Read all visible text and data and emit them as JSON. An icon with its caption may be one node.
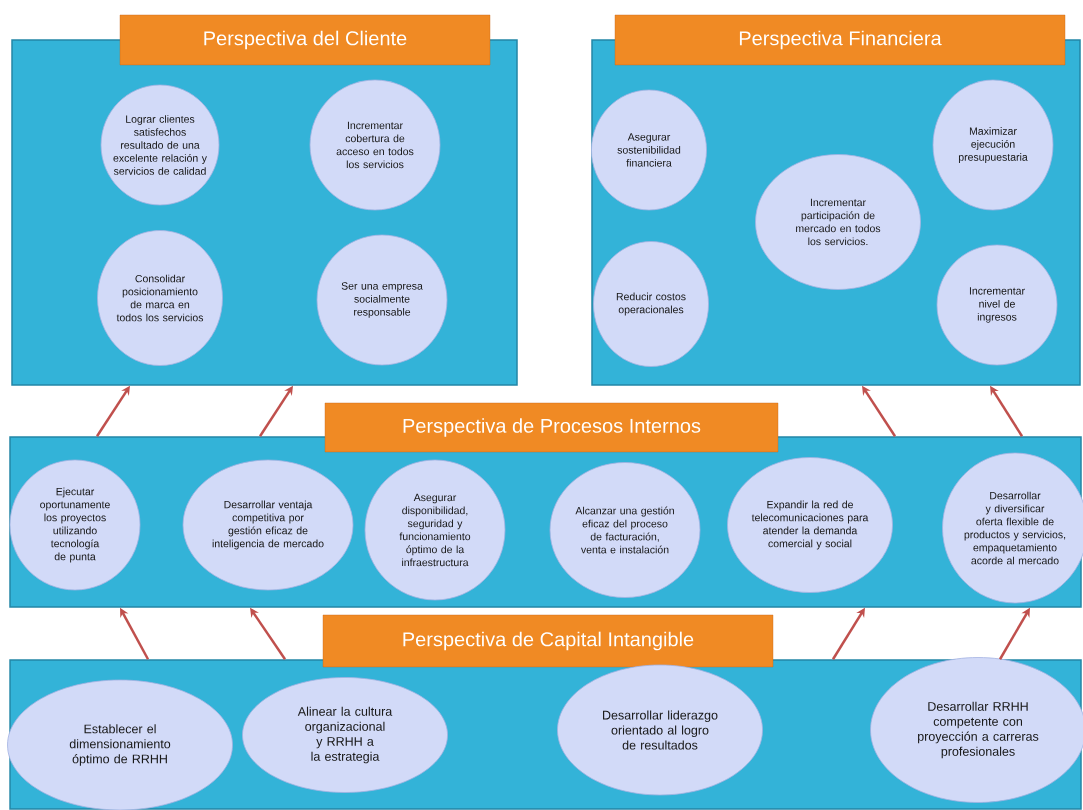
{
  "diagram": {
    "nodes": [
      {
        "text": [
          "Perspectiva del Cliente"
        ]
      },
      {
        "text": [
          "Lograr clientes satisfechos resultado de una excelente relación y servicios de calidad"
        ],
        "in": 0
      },
      {
        "text": [
          "Incrementar cobertura de acceso en todos los servicios"
        ],
        "in": 0
      },
      {
        "text": [
          "Consolidar posicionamiento de marca en todos los servicios"
        ],
        "in": 0
      },
      {
        "text": [
          "Ser una empresa socialmente responsable"
        ],
        "in": 0
      },
      {
        "text": [
          "Perspectiva Financiera"
        ]
      },
      {
        "text": [
          "Asegurar sostenibilidad financiera"
        ],
        "in": 5
      },
      {
        "text": [
          "Maximizar ejecución presupuestaria"
        ],
        "in": 5
      },
      {
        "text": [
          "Incrementar participación de mercado en todos los servicios."
        ],
        "in": 5
      },
      {
        "text": [
          "Reducir costos operacionales"
        ],
        "in": 5
      },
      {
        "text": [
          "Incrementar nivel de ingresos"
        ],
        "in": 5
      },
      {
        "text": [
          "Perspectiva de Procesos Internos"
        ]
      },
      {
        "text": [
          "Ejecutar oportunamente los proyectos utilizando tecnología de punta"
        ],
        "in": 11
      },
      {
        "text": [
          "Desarrollar ventaja competitiva por gestión eficaz de inteligencia de mercado"
        ],
        "in": 11
      },
      {
        "text": [
          "Asegurar disponibilidad, seguridad y funcionamiento óptimo de la infraestructura"
        ],
        "in": 11
      },
      {
        "text": [
          "Alcanzar una gestión eficaz del proceso de facturación, venta e instalación"
        ],
        "in": 11
      },
      {
        "text": [
          "Expandir la red de telecomunicaciones para atender la demanda comercial y social"
        ],
        "in": 11
      },
      {
        "text": [
          "Desarrollar y diversificar oferta flexible de productos y servicios, empaquetamiento acorde al mercado"
        ],
        "in": 11
      },
      {
        "text": [
          "Perspectiva de Capital Intangible"
        ]
      },
      {
        "text": [
          "Establecer el dimensionamiento óptimo de RRHH"
        ],
        "in": 18
      },
      {
        "text": [
          "Alinear la cultura organizacional y RRHH a la estrategia"
        ],
        "in": 18
      },
      {
        "text": [
          "Desarrollar liderazgo orientado al logro de resultados"
        ],
        "in": 18
      },
      {
        "text": [
          "Desarrollar RRHH competente con proyección a carreras profesionales"
        ],
        "in": 18
      }
    ],
    "edges": [
      {
        "from": 11,
        "to": 0,
        "arrow": "to"
      },
      {
        "from": 11,
        "to": 0,
        "arrow": "to"
      },
      {
        "from": 11,
        "to": 5,
        "arrow": "to"
      },
      {
        "from": 11,
        "to": 5,
        "arrow": "to"
      },
      {
        "from": 18,
        "to": 11,
        "arrow": "to"
      },
      {
        "from": 18,
        "to": 11,
        "arrow": "to"
      },
      {
        "from": 18,
        "to": 11,
        "arrow": "to"
      },
      {
        "from": 18,
        "to": 11,
        "arrow": "to"
      }
    ]
  }
}
